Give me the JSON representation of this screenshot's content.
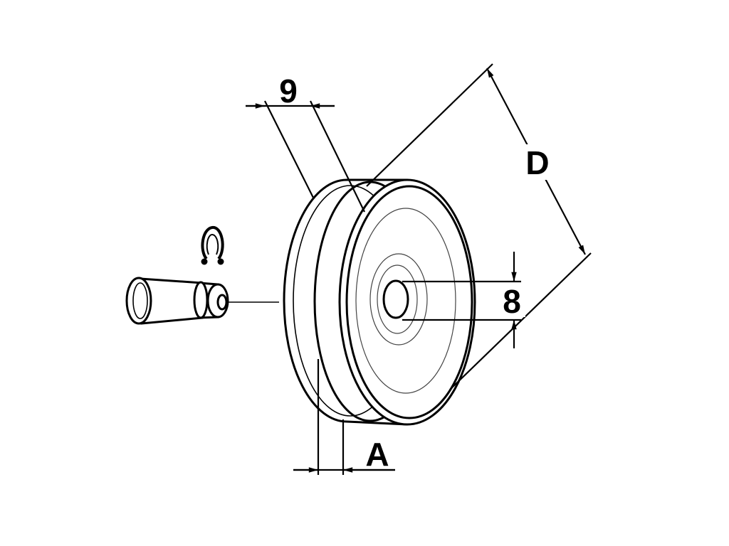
{
  "diagram": {
    "labels": {
      "width": "9",
      "diameter": "D",
      "bore": "8",
      "groove": "A"
    },
    "colors": {
      "line": "#000000",
      "background": "#ffffff"
    }
  }
}
